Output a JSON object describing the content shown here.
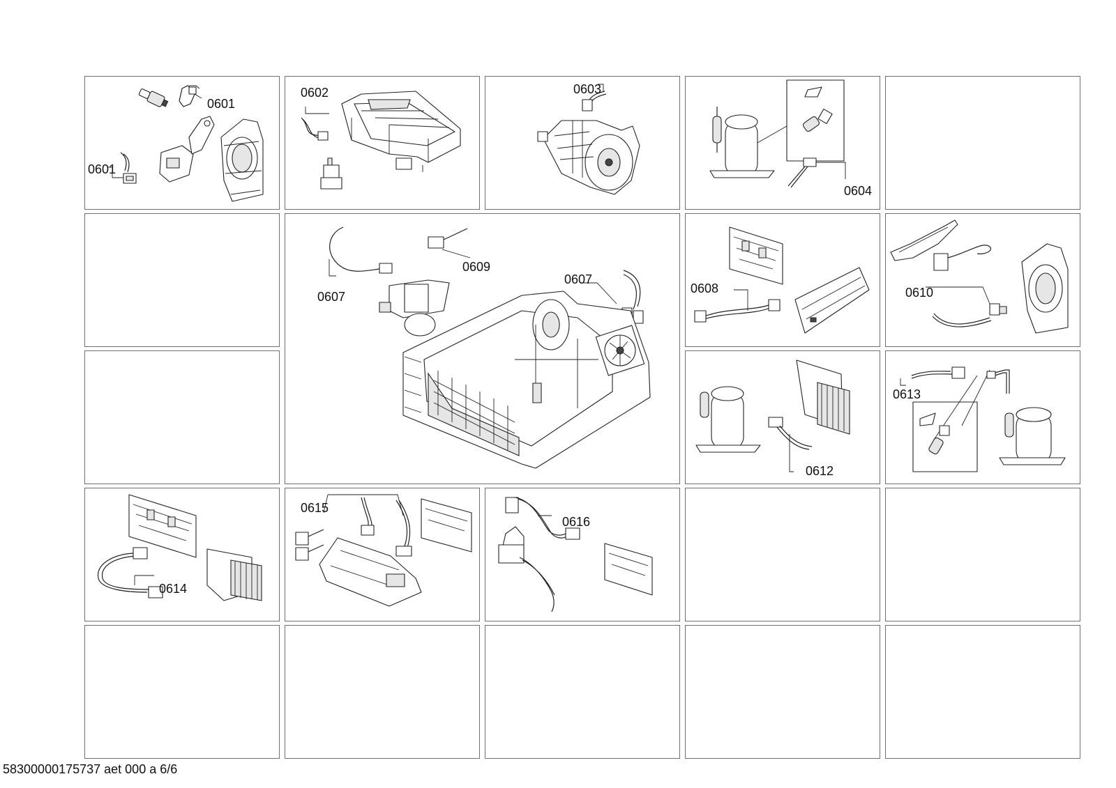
{
  "diagram": {
    "labels": {
      "p0601a": "0601",
      "p0601b": "0601",
      "p0602": "0602",
      "p0603": "0603",
      "p0604": "0604",
      "p0607a": "0607",
      "p0607b": "0607",
      "p0608": "0608",
      "p0609": "0609",
      "p0610": "0610",
      "p0612": "0612",
      "p0613": "0613",
      "p0614": "0614",
      "p0615": "0615",
      "p0616": "0616"
    },
    "footer": "58300000175737 aet 000 a 6/6"
  }
}
